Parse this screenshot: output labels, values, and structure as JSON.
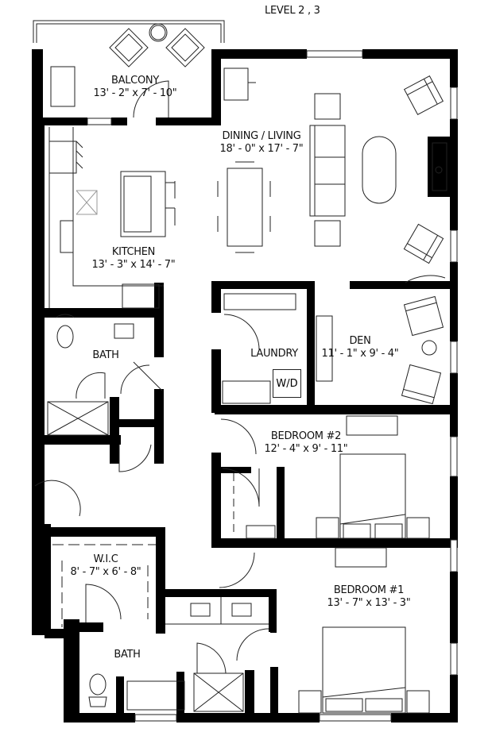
{
  "title": "LEVEL 2 , 3",
  "rooms": {
    "balcony": {
      "name": "BALCONY",
      "dims": "13' - 2\" x 7' - 10\""
    },
    "dining_living": {
      "name": "DINING / LIVING",
      "dims": "18' - 0\" x 17' - 7\""
    },
    "kitchen": {
      "name": "KITCHEN",
      "dims": "13' - 3\" x 14' - 7\""
    },
    "bath2": {
      "name": "BATH"
    },
    "laundry": {
      "name": "LAUNDRY",
      "appliance": "W/D"
    },
    "den": {
      "name": "DEN",
      "dims": "11' - 1\" x 9' - 4\""
    },
    "bedroom2": {
      "name": "BEDROOM #2",
      "dims": "12' - 4\" x 9' - 11\""
    },
    "wic": {
      "name": "W.I.C",
      "dims": "8' - 7\" x 6' - 8\""
    },
    "bedroom1": {
      "name": "BEDROOM #1",
      "dims": "13' - 7\" x 13' - 3\""
    },
    "bath1": {
      "name": "BATH"
    }
  },
  "colors": {
    "wall": "#000000",
    "line": "#222222",
    "background": "#ffffff"
  }
}
